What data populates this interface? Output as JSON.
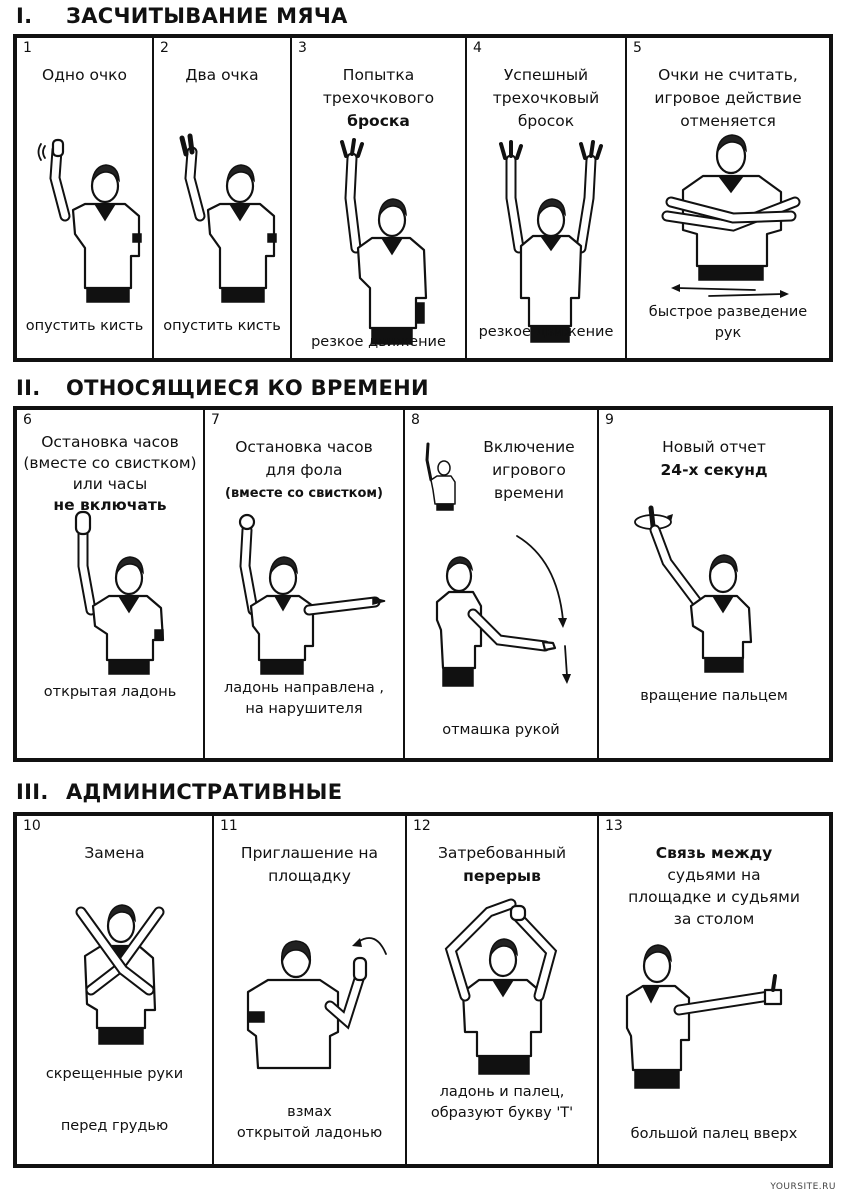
{
  "sections": [
    {
      "number": "I.",
      "title": "ЗАСЧИТЫВАНИЕ МЯЧА",
      "panels": [
        {
          "num": "1",
          "title": [
            "Одно очко"
          ],
          "caption": [
            "опустить кисть"
          ]
        },
        {
          "num": "2",
          "title": [
            "Два очка"
          ],
          "caption": [
            "опустить кисть"
          ]
        },
        {
          "num": "3",
          "title": [
            "Попытка",
            "трехочкового",
            "броска"
          ],
          "caption": [
            "резкое движение"
          ]
        },
        {
          "num": "4",
          "title": [
            "Успешный",
            "трехочковый",
            "бросок"
          ],
          "caption": [
            "резкое движение"
          ]
        },
        {
          "num": "5",
          "title": [
            "Очки не считать,",
            "игровое действие",
            "отменяется"
          ],
          "caption": [
            "быстрое разведение",
            "рук"
          ]
        }
      ]
    },
    {
      "number": "II.",
      "title": "ОТНОСЯЩИЕСЯ КО ВРЕМЕНИ",
      "panels": [
        {
          "num": "6",
          "title": [
            "Остановка часов",
            "(вместе со свистком)",
            "или часы",
            "не включать"
          ],
          "caption": [
            "открытая ладонь"
          ]
        },
        {
          "num": "7",
          "title": [
            "Остановка часов",
            "для фола",
            "(вместе со свистком)"
          ],
          "caption": [
            "ладонь направлена ,",
            "на нарушителя"
          ]
        },
        {
          "num": "8",
          "title": [
            "Включение",
            "игрового",
            "времени"
          ],
          "caption": [
            "отмашка рукой"
          ]
        },
        {
          "num": "9",
          "title": [
            "Новый отчет",
            "24-х секунд"
          ],
          "caption": [
            "вращение пальцем"
          ]
        }
      ]
    },
    {
      "number": "III.",
      "title": "АДМИНИСТРАТИВНЫЕ",
      "panels": [
        {
          "num": "10",
          "title": [
            "Замена"
          ],
          "caption": [
            "скрещенные руки"
          ],
          "caption2": [
            "перед грудью"
          ]
        },
        {
          "num": "11",
          "title": [
            "Приглашение на",
            "площадку"
          ],
          "caption": [
            "взмах",
            "открытой ладонью"
          ]
        },
        {
          "num": "12",
          "title": [
            "Затребованный",
            "перерыв"
          ],
          "caption": [
            "ладонь и палец,",
            "образуют букву 'T'"
          ]
        },
        {
          "num": "13",
          "title": [
            "Связь между",
            "судьями на",
            "площадке и судьями",
            "за столом"
          ],
          "caption": [
            "большой палец вверх"
          ]
        }
      ]
    }
  ],
  "watermark": "YOURSITE.RU"
}
